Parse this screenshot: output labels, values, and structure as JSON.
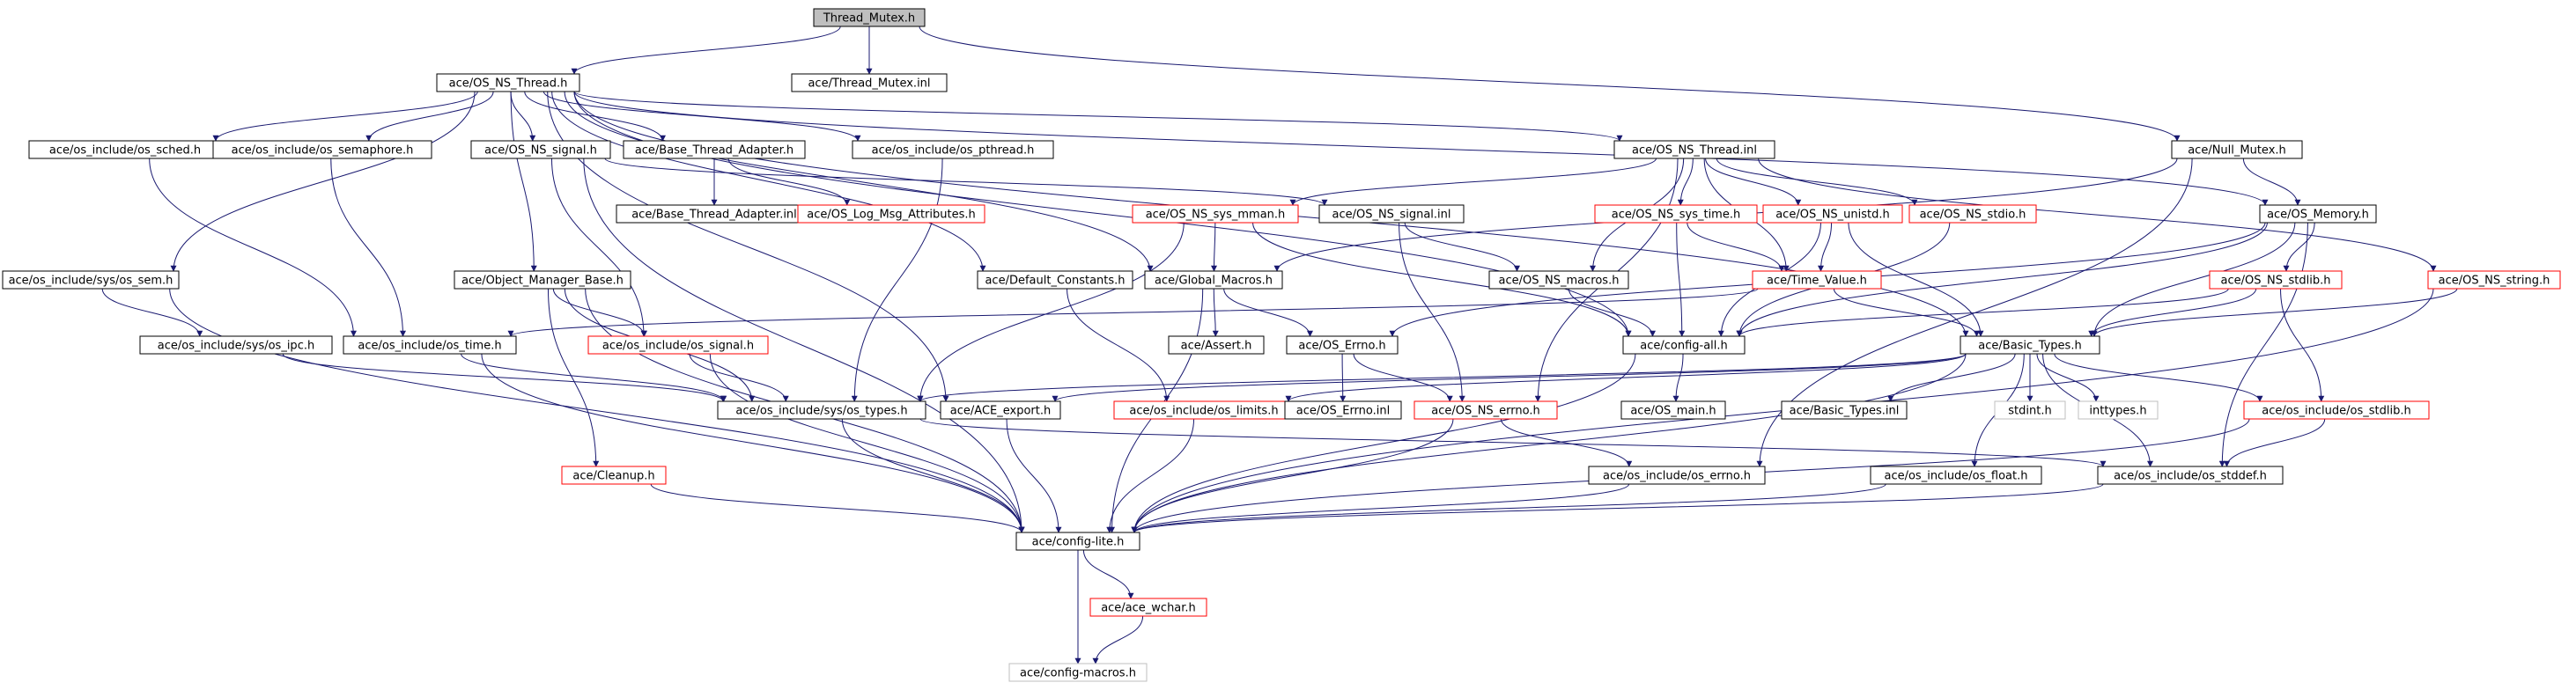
{
  "diagram": {
    "type": "include-dependency-graph",
    "root": "Thread_Mutex.h",
    "colors": {
      "edge": "#191970",
      "border_documented": "#000000",
      "border_undocumented": "#ff0000",
      "border_external": "#bfbfbf",
      "fill_root": "#bfbfbf",
      "fill_default": "#ffffff"
    },
    "nodes": [
      {
        "id": "thread_mutex_h",
        "label": "Thread_Mutex.h",
        "kind": "root"
      },
      {
        "id": "os_ns_thread_h",
        "label": "ace/OS_NS_Thread.h",
        "kind": "documented"
      },
      {
        "id": "thread_mutex_inl",
        "label": "ace/Thread_Mutex.inl",
        "kind": "documented"
      },
      {
        "id": "os_sched_h",
        "label": "ace/os_include/os_sched.h",
        "kind": "documented"
      },
      {
        "id": "os_semaphore_h",
        "label": "ace/os_include/os_semaphore.h",
        "kind": "documented"
      },
      {
        "id": "os_ns_signal_h",
        "label": "ace/OS_NS_signal.h",
        "kind": "documented"
      },
      {
        "id": "base_thread_adapter_h",
        "label": "ace/Base_Thread_Adapter.h",
        "kind": "documented"
      },
      {
        "id": "os_pthread_h",
        "label": "ace/os_include/os_pthread.h",
        "kind": "documented"
      },
      {
        "id": "os_ns_thread_inl",
        "label": "ace/OS_NS_Thread.inl",
        "kind": "documented"
      },
      {
        "id": "null_mutex_h",
        "label": "ace/Null_Mutex.h",
        "kind": "documented"
      },
      {
        "id": "base_thread_adapter_inl",
        "label": "ace/Base_Thread_Adapter.inl",
        "kind": "documented"
      },
      {
        "id": "os_log_msg_attributes_h",
        "label": "ace/OS_Log_Msg_Attributes.h",
        "kind": "undocumented"
      },
      {
        "id": "os_ns_sys_mman_h",
        "label": "ace/OS_NS_sys_mman.h",
        "kind": "undocumented"
      },
      {
        "id": "os_ns_signal_inl",
        "label": "ace/OS_NS_signal.inl",
        "kind": "documented"
      },
      {
        "id": "os_ns_sys_time_h",
        "label": "ace/OS_NS_sys_time.h",
        "kind": "undocumented"
      },
      {
        "id": "os_ns_unistd_h",
        "label": "ace/OS_NS_unistd.h",
        "kind": "undocumented"
      },
      {
        "id": "os_ns_stdio_h",
        "label": "ace/OS_NS_stdio.h",
        "kind": "undocumented"
      },
      {
        "id": "os_memory_h",
        "label": "ace/OS_Memory.h",
        "kind": "documented"
      },
      {
        "id": "os_sys_sem_h",
        "label": "ace/os_include/sys/os_sem.h",
        "kind": "documented"
      },
      {
        "id": "object_manager_base_h",
        "label": "ace/Object_Manager_Base.h",
        "kind": "documented"
      },
      {
        "id": "default_constants_h",
        "label": "ace/Default_Constants.h",
        "kind": "documented"
      },
      {
        "id": "global_macros_h",
        "label": "ace/Global_Macros.h",
        "kind": "documented"
      },
      {
        "id": "os_ns_macros_h",
        "label": "ace/OS_NS_macros.h",
        "kind": "documented"
      },
      {
        "id": "time_value_h",
        "label": "ace/Time_Value.h",
        "kind": "undocumented"
      },
      {
        "id": "os_ns_stdlib_h",
        "label": "ace/OS_NS_stdlib.h",
        "kind": "undocumented"
      },
      {
        "id": "os_ns_string_h",
        "label": "ace/OS_NS_string.h",
        "kind": "undocumented"
      },
      {
        "id": "os_sys_ipc_h",
        "label": "ace/os_include/sys/os_ipc.h",
        "kind": "documented"
      },
      {
        "id": "os_time_h",
        "label": "ace/os_include/os_time.h",
        "kind": "documented"
      },
      {
        "id": "os_signal_h",
        "label": "ace/os_include/os_signal.h",
        "kind": "undocumented"
      },
      {
        "id": "assert_h",
        "label": "ace/Assert.h",
        "kind": "documented"
      },
      {
        "id": "os_errno_class_h",
        "label": "ace/OS_Errno.h",
        "kind": "documented"
      },
      {
        "id": "config_all_h",
        "label": "ace/config-all.h",
        "kind": "documented"
      },
      {
        "id": "basic_types_h",
        "label": "ace/Basic_Types.h",
        "kind": "documented"
      },
      {
        "id": "os_sys_types_h",
        "label": "ace/os_include/sys/os_types.h",
        "kind": "documented"
      },
      {
        "id": "ace_export_h",
        "label": "ace/ACE_export.h",
        "kind": "documented"
      },
      {
        "id": "os_limits_h",
        "label": "ace/os_include/os_limits.h",
        "kind": "undocumented"
      },
      {
        "id": "os_errno_inl",
        "label": "ace/OS_Errno.inl",
        "kind": "documented"
      },
      {
        "id": "os_ns_errno_h",
        "label": "ace/OS_NS_errno.h",
        "kind": "undocumented"
      },
      {
        "id": "os_main_h",
        "label": "ace/OS_main.h",
        "kind": "documented"
      },
      {
        "id": "basic_types_inl",
        "label": "ace/Basic_Types.inl",
        "kind": "documented"
      },
      {
        "id": "stdint_h",
        "label": "stdint.h",
        "kind": "external"
      },
      {
        "id": "inttypes_h",
        "label": "inttypes.h",
        "kind": "external"
      },
      {
        "id": "os_stdlib_h",
        "label": "ace/os_include/os_stdlib.h",
        "kind": "undocumented"
      },
      {
        "id": "cleanup_h",
        "label": "ace/Cleanup.h",
        "kind": "undocumented"
      },
      {
        "id": "os_errno_h",
        "label": "ace/os_include/os_errno.h",
        "kind": "documented"
      },
      {
        "id": "os_float_h",
        "label": "ace/os_include/os_float.h",
        "kind": "documented"
      },
      {
        "id": "os_stddef_h",
        "label": "ace/os_include/os_stddef.h",
        "kind": "documented"
      },
      {
        "id": "config_lite_h",
        "label": "ace/config-lite.h",
        "kind": "documented"
      },
      {
        "id": "ace_wchar_h",
        "label": "ace/ace_wchar.h",
        "kind": "undocumented"
      },
      {
        "id": "config_macros_h",
        "label": "ace/config-macros.h",
        "kind": "external"
      }
    ],
    "edges": [
      [
        "thread_mutex_h",
        "os_ns_thread_h"
      ],
      [
        "thread_mutex_h",
        "thread_mutex_inl"
      ],
      [
        "thread_mutex_h",
        "null_mutex_h"
      ],
      [
        "os_ns_thread_h",
        "os_sched_h"
      ],
      [
        "os_ns_thread_h",
        "os_semaphore_h"
      ],
      [
        "os_ns_thread_h",
        "os_ns_signal_h"
      ],
      [
        "os_ns_thread_h",
        "base_thread_adapter_h"
      ],
      [
        "os_ns_thread_h",
        "os_pthread_h"
      ],
      [
        "os_ns_thread_h",
        "os_ns_thread_inl"
      ],
      [
        "os_ns_thread_h",
        "os_sys_sem_h"
      ],
      [
        "os_ns_thread_h",
        "object_manager_base_h"
      ],
      [
        "os_ns_thread_h",
        "default_constants_h"
      ],
      [
        "os_ns_thread_h",
        "global_macros_h"
      ],
      [
        "os_ns_thread_h",
        "os_memory_h"
      ],
      [
        "os_ns_thread_h",
        "basic_types_h"
      ],
      [
        "os_ns_thread_h",
        "ace_export_h"
      ],
      [
        "os_ns_thread_h",
        "config_all_h"
      ],
      [
        "os_sched_h",
        "os_time_h"
      ],
      [
        "os_semaphore_h",
        "os_time_h"
      ],
      [
        "os_ns_signal_h",
        "os_ns_signal_inl"
      ],
      [
        "os_ns_signal_h",
        "os_signal_h"
      ],
      [
        "os_ns_signal_h",
        "config_lite_h"
      ],
      [
        "base_thread_adapter_h",
        "base_thread_adapter_inl"
      ],
      [
        "base_thread_adapter_h",
        "os_log_msg_attributes_h"
      ],
      [
        "os_pthread_h",
        "os_sys_types_h"
      ],
      [
        "os_ns_thread_inl",
        "os_ns_sys_mman_h"
      ],
      [
        "os_ns_thread_inl",
        "os_ns_sys_time_h"
      ],
      [
        "os_ns_thread_inl",
        "os_ns_unistd_h"
      ],
      [
        "os_ns_thread_inl",
        "os_ns_stdio_h"
      ],
      [
        "os_ns_thread_inl",
        "os_ns_string_h"
      ],
      [
        "os_ns_thread_inl",
        "os_ns_macros_h"
      ],
      [
        "os_ns_thread_inl",
        "time_value_h"
      ],
      [
        "os_ns_thread_inl",
        "os_ns_errno_h"
      ],
      [
        "null_mutex_h",
        "os_memory_h"
      ],
      [
        "null_mutex_h",
        "global_macros_h"
      ],
      [
        "null_mutex_h",
        "os_errno_h"
      ],
      [
        "os_ns_sys_mman_h",
        "global_macros_h"
      ],
      [
        "os_ns_sys_mman_h",
        "os_sys_types_h"
      ],
      [
        "os_ns_sys_mman_h",
        "config_all_h"
      ],
      [
        "os_ns_signal_inl",
        "os_ns_macros_h"
      ],
      [
        "os_ns_signal_inl",
        "os_ns_errno_h"
      ],
      [
        "os_ns_sys_time_h",
        "time_value_h"
      ],
      [
        "os_ns_sys_time_h",
        "config_all_h"
      ],
      [
        "os_ns_unistd_h",
        "time_value_h"
      ],
      [
        "os_ns_unistd_h",
        "basic_types_h"
      ],
      [
        "os_ns_unistd_h",
        "config_all_h"
      ],
      [
        "os_ns_stdio_h",
        "config_all_h"
      ],
      [
        "os_memory_h",
        "os_ns_stdlib_h"
      ],
      [
        "os_memory_h",
        "os_errno_class_h"
      ],
      [
        "os_memory_h",
        "basic_types_h"
      ],
      [
        "os_memory_h",
        "config_all_h"
      ],
      [
        "os_memory_h",
        "os_stddef_h"
      ],
      [
        "os_sys_sem_h",
        "os_sys_ipc_h"
      ],
      [
        "os_sys_sem_h",
        "config_lite_h"
      ],
      [
        "object_manager_base_h",
        "os_signal_h"
      ],
      [
        "object_manager_base_h",
        "cleanup_h"
      ],
      [
        "object_manager_base_h",
        "os_sys_types_h"
      ],
      [
        "object_manager_base_h",
        "config_lite_h"
      ],
      [
        "default_constants_h",
        "os_limits_h"
      ],
      [
        "global_macros_h",
        "assert_h"
      ],
      [
        "global_macros_h",
        "os_errno_class_h"
      ],
      [
        "global_macros_h",
        "config_lite_h"
      ],
      [
        "os_ns_macros_h",
        "config_all_h"
      ],
      [
        "time_value_h",
        "basic_types_h"
      ],
      [
        "time_value_h",
        "os_time_h"
      ],
      [
        "os_ns_stdlib_h",
        "basic_types_h"
      ],
      [
        "os_ns_stdlib_h",
        "os_stdlib_h"
      ],
      [
        "os_ns_stdlib_h",
        "config_all_h"
      ],
      [
        "os_ns_string_h",
        "basic_types_h"
      ],
      [
        "os_ns_string_h",
        "config_lite_h"
      ],
      [
        "os_sys_ipc_h",
        "os_sys_types_h"
      ],
      [
        "os_time_h",
        "os_sys_types_h"
      ],
      [
        "os_time_h",
        "config_lite_h"
      ],
      [
        "os_signal_h",
        "os_sys_types_h"
      ],
      [
        "os_signal_h",
        "config_lite_h"
      ],
      [
        "os_errno_class_h",
        "os_errno_inl"
      ],
      [
        "os_errno_class_h",
        "os_ns_errno_h"
      ],
      [
        "config_all_h",
        "os_main_h"
      ],
      [
        "config_all_h",
        "config_lite_h"
      ],
      [
        "basic_types_h",
        "basic_types_inl"
      ],
      [
        "basic_types_h",
        "stdint_h"
      ],
      [
        "basic_types_h",
        "inttypes_h"
      ],
      [
        "basic_types_h",
        "os_limits_h"
      ],
      [
        "basic_types_h",
        "os_stdlib_h"
      ],
      [
        "basic_types_h",
        "os_float_h"
      ],
      [
        "basic_types_h",
        "os_stddef_h"
      ],
      [
        "basic_types_h",
        "ace_export_h"
      ],
      [
        "basic_types_h",
        "os_sys_types_h"
      ],
      [
        "basic_types_h",
        "config_lite_h"
      ],
      [
        "os_sys_types_h",
        "os_stddef_h"
      ],
      [
        "os_sys_types_h",
        "config_lite_h"
      ],
      [
        "ace_export_h",
        "config_lite_h"
      ],
      [
        "os_limits_h",
        "config_lite_h"
      ],
      [
        "os_ns_errno_h",
        "os_errno_h"
      ],
      [
        "os_ns_errno_h",
        "config_lite_h"
      ],
      [
        "os_stdlib_h",
        "os_stddef_h"
      ],
      [
        "os_stdlib_h",
        "config_lite_h"
      ],
      [
        "cleanup_h",
        "config_lite_h"
      ],
      [
        "os_errno_h",
        "config_lite_h"
      ],
      [
        "os_float_h",
        "config_lite_h"
      ],
      [
        "os_stddef_h",
        "config_lite_h"
      ],
      [
        "config_lite_h",
        "ace_wchar_h"
      ],
      [
        "config_lite_h",
        "config_macros_h"
      ],
      [
        "ace_wchar_h",
        "config_macros_h"
      ]
    ]
  }
}
